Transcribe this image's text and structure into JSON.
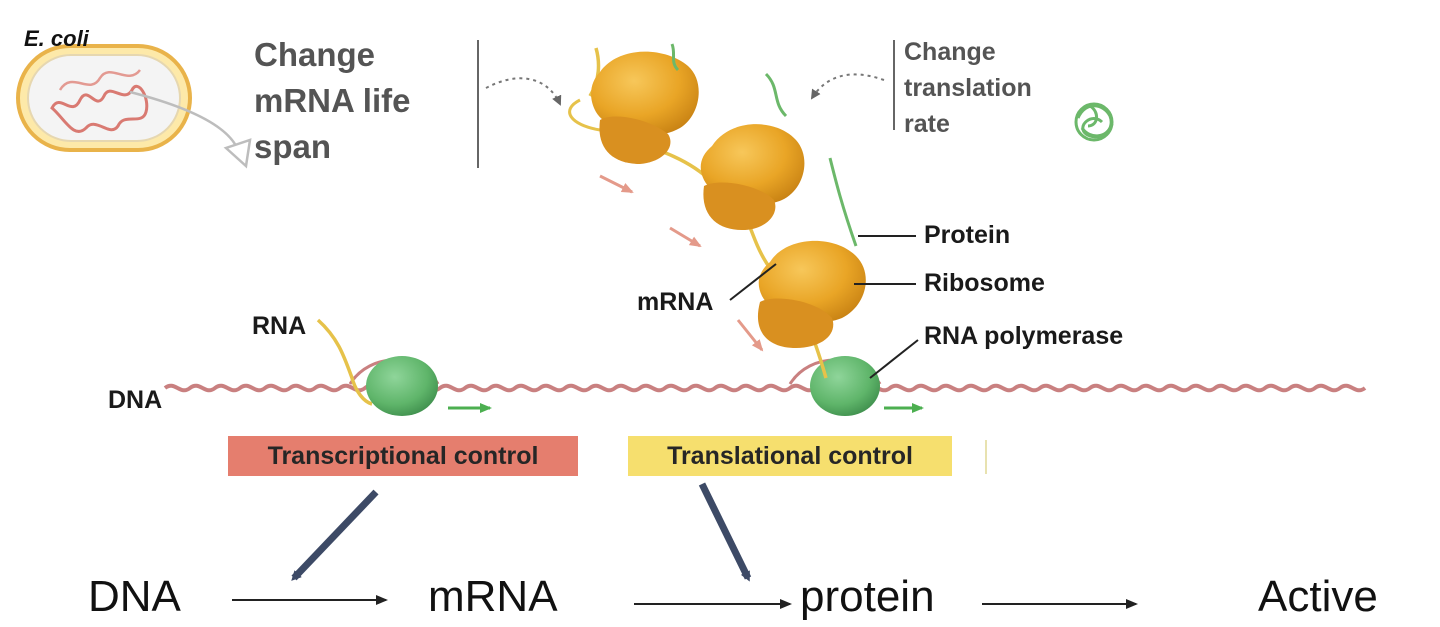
{
  "ecoli_label": "E. coli",
  "mrna_life_span": {
    "line1": "Change",
    "line2": "mRNA life",
    "line3": "span"
  },
  "translation_rate": {
    "line1": "Change",
    "line2": "translation",
    "line3": "rate"
  },
  "labels": {
    "protein": "Protein",
    "ribosome": "Ribosome",
    "mrna": "mRNA",
    "rna_polymerase": "RNA polymerase",
    "rna": "RNA",
    "dna": "DNA"
  },
  "controls": {
    "transcriptional": "Transcriptional control",
    "translational": "Translational control"
  },
  "flow": [
    "DNA",
    "mRNA",
    "protein",
    "Active"
  ],
  "colors": {
    "ribosome": "#e9a526",
    "polymerase": "#5fb56a",
    "dna": "#c98080",
    "transcriptional_bg": "#e57e6e",
    "translational_bg": "#f6df6e",
    "arrow_dark": "#3d4a66",
    "protein_strand": "#6cb86a"
  }
}
